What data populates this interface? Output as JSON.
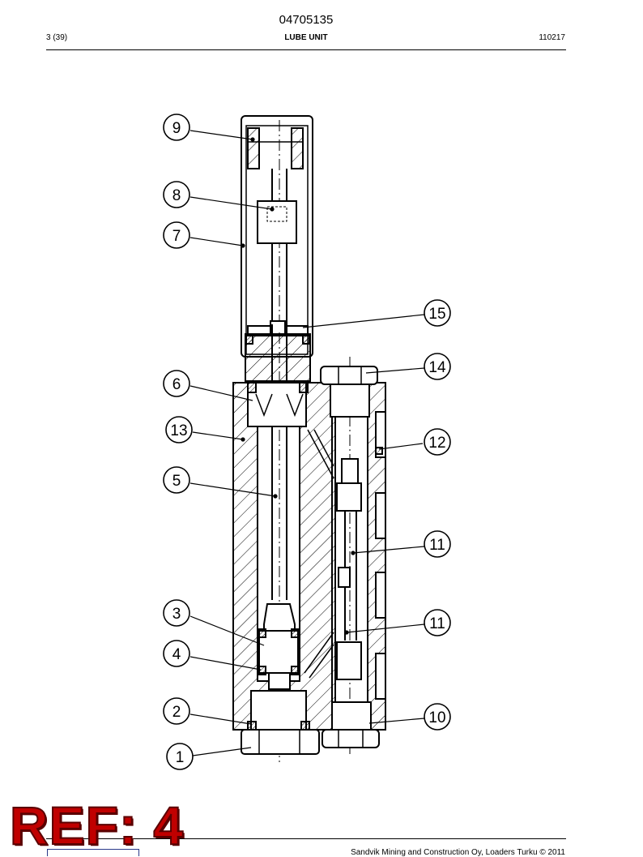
{
  "header": {
    "doc_number": "04705135",
    "page": "3 (39)",
    "title": "LUBE UNIT",
    "date": "110217"
  },
  "diagram": {
    "callouts": [
      "9",
      "8",
      "7",
      "15",
      "14",
      "6",
      "13",
      "12",
      "5",
      "11",
      "11",
      "3",
      "4",
      "2",
      "10",
      "1"
    ]
  },
  "footer": {
    "copyright": "Sandvik Mining and Construction Oy, Loaders Turku © 2011",
    "stamp": "REF: 4"
  }
}
